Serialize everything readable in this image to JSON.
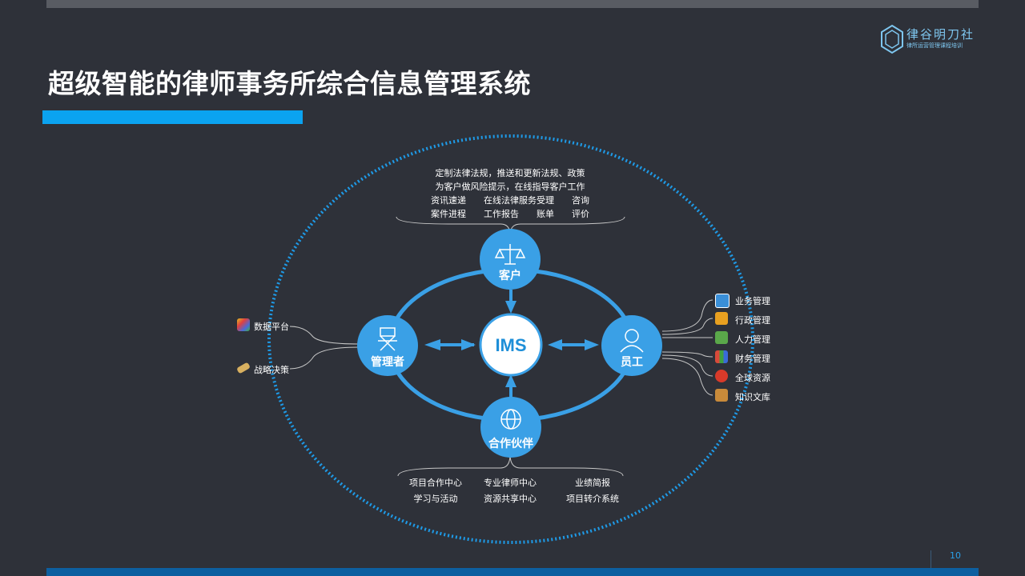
{
  "title": "超级智能的律师事务所综合信息管理系统",
  "logo": {
    "name": "律谷明刀社",
    "subtitle": "律所运营管理课程培训"
  },
  "page_number": "10",
  "center": {
    "label": "IMS"
  },
  "nodes": {
    "client": "客户",
    "manager": "管理者",
    "staff": "员工",
    "partner": "合作伙伴"
  },
  "client_notes": [
    "定制法律法规，推送和更新法规、政策",
    "为客户做风险提示，在线指导客户工作",
    "资讯速递　　在线法律服务受理　　咨询",
    "案件进程　　工作报告　　账单　　评价"
  ],
  "partner_notes": {
    "row1": [
      "项目合作中心",
      "专业律师中心",
      "业绩简报"
    ],
    "row2": [
      "学习与活动",
      "资源共享中心",
      "项目转介系统"
    ]
  },
  "manager_items": [
    {
      "label": "数据平台",
      "icon": "data-platform-icon",
      "color": "#e0c020"
    },
    {
      "label": "战略决策",
      "icon": "strategy-decision-icon",
      "color": "#d8b060"
    }
  ],
  "staff_items": [
    {
      "label": "业务管理",
      "icon": "business-management-icon",
      "color": "#3a8fd8"
    },
    {
      "label": "行政管理",
      "icon": "admin-management-icon",
      "color": "#e8a020"
    },
    {
      "label": "人力管理",
      "icon": "hr-management-icon",
      "color": "#5aa84a"
    },
    {
      "label": "财务管理",
      "icon": "finance-management-icon",
      "color": "#d84a3a"
    },
    {
      "label": "全球资源",
      "icon": "global-resources-icon",
      "color": "#d83a2a"
    },
    {
      "label": "知识文库",
      "icon": "knowledge-library-icon",
      "color": "#c88a3a"
    }
  ],
  "colors": {
    "background": "#2e3139",
    "accent": "#0ba3f0",
    "node": "#3aa0e6",
    "dotted_ring": "#1e9be8"
  }
}
